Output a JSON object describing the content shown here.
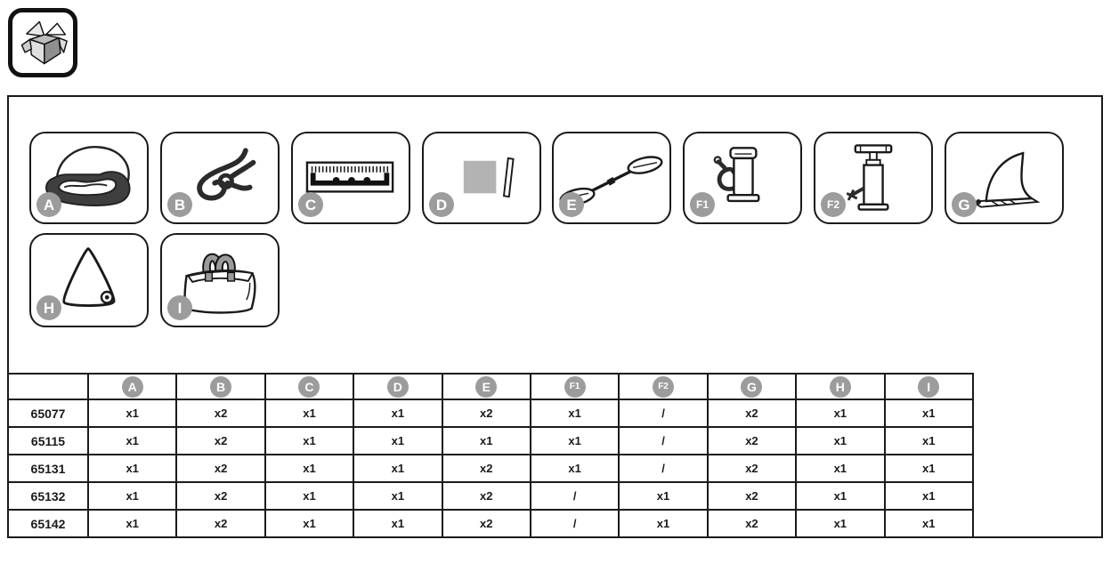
{
  "unpack_icon": {
    "name": "open-carton-box-icon"
  },
  "parts": [
    {
      "label": "A",
      "icon": "folded-kayak-icon"
    },
    {
      "label": "B",
      "icon": "rope-icon"
    },
    {
      "label": "C",
      "icon": "measuring-ruler-icon"
    },
    {
      "label": "D",
      "icon": "repair-patch-icon"
    },
    {
      "label": "E",
      "icon": "paddle-icon"
    },
    {
      "label": "F1",
      "icon": "hand-pump-icon"
    },
    {
      "label": "F2",
      "icon": "high-pressure-pump-icon"
    },
    {
      "label": "G",
      "icon": "skeg-fin-icon"
    },
    {
      "label": "H",
      "icon": "triangular-cover-icon"
    },
    {
      "label": "I",
      "icon": "carry-bag-icon"
    }
  ],
  "table": {
    "columns": [
      "A",
      "B",
      "C",
      "D",
      "E",
      "F1",
      "F2",
      "G",
      "H",
      "I"
    ],
    "rows": [
      {
        "model": "65077",
        "cells": [
          "x1",
          "x2",
          "x1",
          "x1",
          "x2",
          "x1",
          "/",
          "x2",
          "x1",
          "x1"
        ]
      },
      {
        "model": "65115",
        "cells": [
          "x1",
          "x2",
          "x1",
          "x1",
          "x1",
          "x1",
          "/",
          "x2",
          "x1",
          "x1"
        ]
      },
      {
        "model": "65131",
        "cells": [
          "x1",
          "x2",
          "x1",
          "x1",
          "x2",
          "x1",
          "/",
          "x2",
          "x1",
          "x1"
        ]
      },
      {
        "model": "65132",
        "cells": [
          "x1",
          "x2",
          "x1",
          "x1",
          "x2",
          "/",
          "x1",
          "x2",
          "x1",
          "x1"
        ]
      },
      {
        "model": "65142",
        "cells": [
          "x1",
          "x2",
          "x1",
          "x1",
          "x2",
          "/",
          "x1",
          "x2",
          "x1",
          "x1"
        ]
      }
    ]
  },
  "colors": {
    "badge_gray": "#9c9c9c",
    "line_black": "#1a1a1a",
    "patch_gray": "#b3b3b3",
    "handle_gray": "#9a9a9a"
  }
}
